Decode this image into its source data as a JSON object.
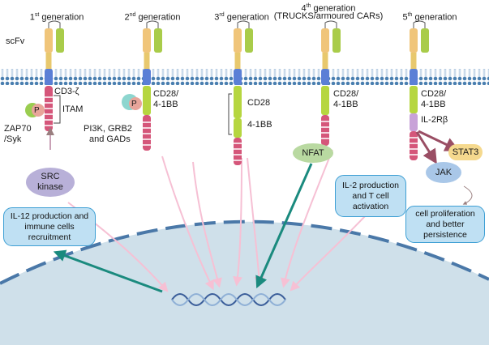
{
  "generations": [
    {
      "num": "1",
      "suffix": "st",
      "rest": " generation"
    },
    {
      "num": "2",
      "suffix": "nd",
      "rest": " generation"
    },
    {
      "num": "3",
      "suffix": "rd",
      "rest": " generation"
    },
    {
      "num": "4",
      "suffix": "th",
      "rest": " generation",
      "sub": "(TRUCKS/armoured CARs)"
    },
    {
      "num": "5",
      "suffix": "th",
      "rest": " generation"
    }
  ],
  "labels": {
    "scfv": "scFv",
    "cd3z": "CD3-ζ",
    "itam": "ITAM",
    "p": "P",
    "zap70": "ZAP70",
    "syk": "/Syk",
    "src": "SRC",
    "kinase": "kinase",
    "cd28_41bb_a": "CD28/",
    "cd28_41bb_b": "4-1BB",
    "pi3k": "PI3K, GRB2",
    "gads": "and GADs",
    "cd28": "CD28",
    "bb41": "4-1BB",
    "nfat": "NFAT",
    "il2rb": "IL-2Rβ",
    "stat3": "STAT3",
    "jak": "JAK"
  },
  "boxes": {
    "il12": "IL-12 production and immune cells recruitment",
    "il2": "IL-2 production and T cell activation",
    "prolif": "cell proliferation and better persistence"
  },
  "colors": {
    "membrane": "#4a7fb0",
    "nucleus": "#cfe0ea",
    "nuclear_envelope": "#4a78a8",
    "scfv_orange": "#f0c57a",
    "scfv_green": "#a9cc4a",
    "hinge_blue": "#5b7fd6",
    "signal_pink": "#d5567a",
    "costim_green": "#b6d640",
    "il2rb_purple": "#c8a2d8",
    "arrow_teal": "#1a8a7e",
    "arrow_pink": "#f6c0d4",
    "arrow_mauve": "#9a4e64",
    "box_fill": "#bfe0f3",
    "box_border": "#3d9fd4"
  }
}
